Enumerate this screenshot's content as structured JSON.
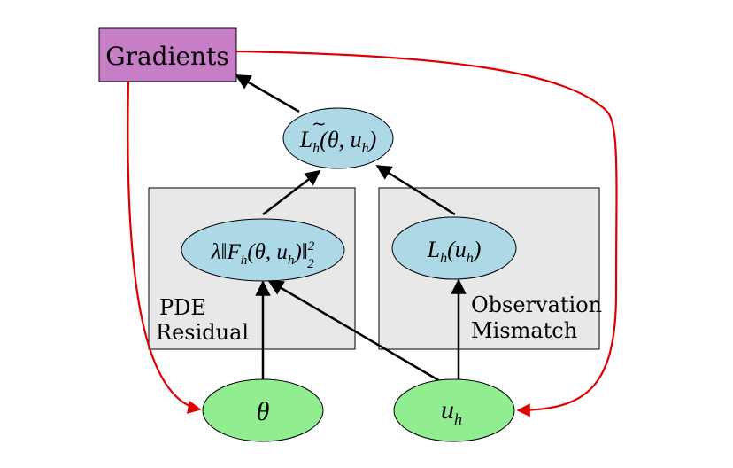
{
  "nodes": {
    "gradients": {
      "label": "Gradients"
    },
    "loss_total": {
      "main": "L",
      "sub": "h",
      "args": "(θ, u",
      "argsub": "h",
      "close": ")"
    },
    "pde_term": {
      "lambda": "λ‖F",
      "sub": "h",
      "args": "(θ, u",
      "argsub": "h",
      "close": ")‖",
      "sup": "2",
      "subnorm": "2"
    },
    "obs_term": {
      "main": "L",
      "sub": "h",
      "args": "(u",
      "argsub": "h",
      "close": ")"
    },
    "theta": {
      "label": "θ"
    },
    "uh": {
      "main": "u",
      "sub": "h"
    }
  },
  "boxes": {
    "pde": {
      "line1": "PDE",
      "line2": "Residual"
    },
    "obs": {
      "line1": "Observation",
      "line2": "Mismatch"
    }
  },
  "colors": {
    "gradients_fill": "#c67fc6",
    "ellipse_blue": "#add8e6",
    "ellipse_green": "#90ee90",
    "box_fill": "#e8e8e8",
    "arrow_black": "#000000",
    "arrow_red": "#e00000"
  }
}
